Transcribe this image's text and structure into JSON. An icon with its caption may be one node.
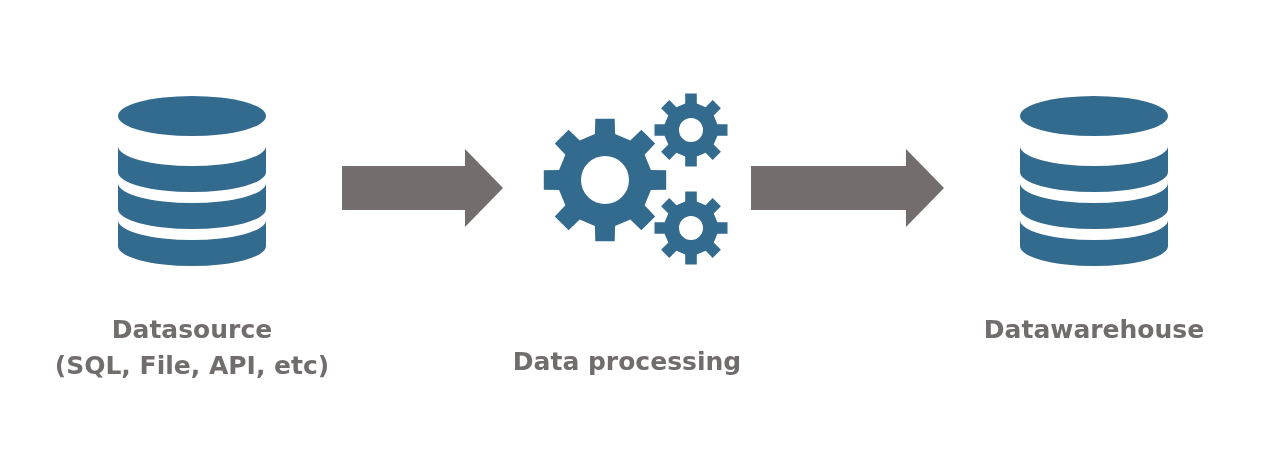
{
  "diagram": {
    "nodes": [
      {
        "text": [
          "Datasource",
          "(SQL, File, API, etc)"
        ]
      },
      {
        "text": [
          "Data processing"
        ]
      },
      {
        "text": [
          "Datawarehouse"
        ]
      }
    ],
    "edges": [
      {
        "from": 0,
        "to": 1,
        "arrow": "to"
      },
      {
        "from": 1,
        "to": 2,
        "arrow": "to"
      }
    ]
  }
}
